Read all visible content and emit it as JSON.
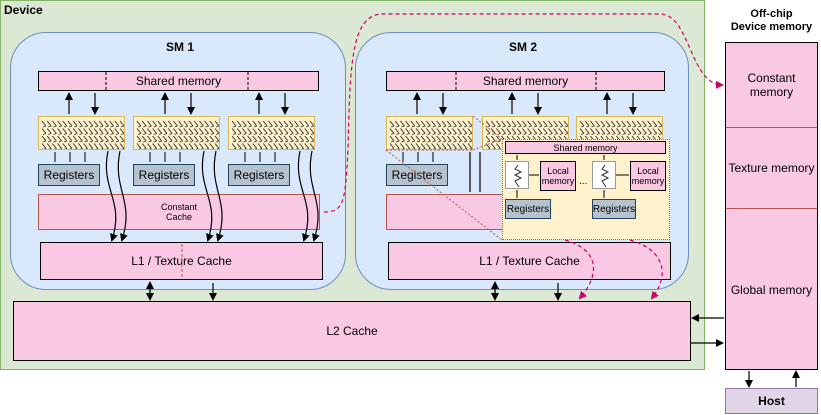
{
  "device": {
    "label": "Device"
  },
  "offchip": {
    "title": "Off-chip\nDevice memory",
    "segments": [
      "Constant memory",
      "Texture memory",
      "Global memory"
    ]
  },
  "host": {
    "label": "Host"
  },
  "sm1": {
    "title": "SM 1",
    "shared": "Shared memory",
    "registers": "Registers",
    "constant_cache": "Constant\nCache",
    "l1": "L1 / Texture Cache"
  },
  "sm2": {
    "title": "SM 2",
    "shared": "Shared memory",
    "registers": "Registers",
    "l1": "L1 / Texture Cache"
  },
  "zoom": {
    "shared": "Shared memory",
    "local": "Local\nmemory",
    "registers": "Registers",
    "ellipsis": "..."
  },
  "l2": "L2 Cache",
  "colors": {
    "device_fill": "#dbe9d4",
    "sm_fill": "#dae8fc",
    "memory_fill": "#f9c8e2",
    "register_fill": "#b6c3cf",
    "core_fill": "#fff2cc",
    "host_fill": "#e1d5e7",
    "dashed_arrow": "#cc0066"
  }
}
